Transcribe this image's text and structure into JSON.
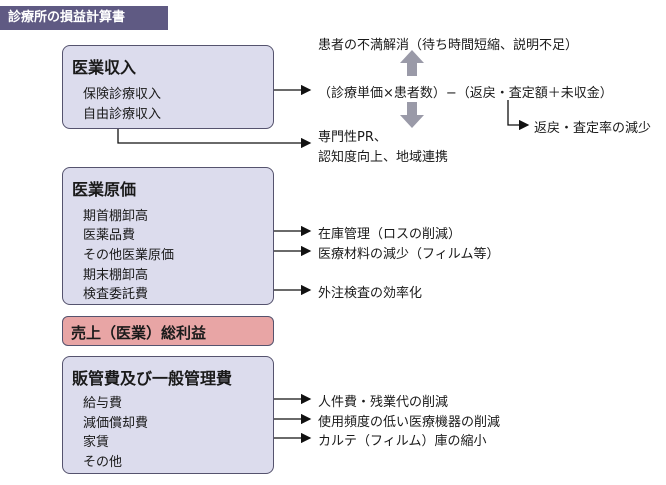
{
  "header": {
    "title": "診療所の損益計算書"
  },
  "revenue": {
    "heading": "医業収入",
    "items": [
      "保険診療収入",
      "自由診療収入"
    ]
  },
  "revenue_notes": {
    "top": "患者の不満解消（待ち時間短縮、説明不足）",
    "formula": "（診療単価×患者数）−（返戻・査定額＋未収金）",
    "reduction": "返戻・査定率の減少",
    "bottom_1": "専門性PR、",
    "bottom_2": "認知度向上、地域連携"
  },
  "cost": {
    "heading": "医業原価",
    "items": [
      "期首棚卸高",
      "医薬品費",
      "その他医業原価",
      "期末棚卸高",
      "検査委託費"
    ]
  },
  "cost_notes": [
    "在庫管理（ロスの削減）",
    "医療材料の減少（フィルム等）",
    "外注検査の効率化"
  ],
  "gross_profit": {
    "label": "売上（医業）総利益"
  },
  "sga": {
    "heading": "販管費及び一般管理費",
    "items": [
      "給与費",
      "減価償却費",
      "家賃",
      "その他"
    ]
  },
  "sga_notes": [
    "人件費・残業代の削減",
    "使用頻度の低い医療機器の削減",
    "カルテ（フィルム）庫の縮小"
  ]
}
